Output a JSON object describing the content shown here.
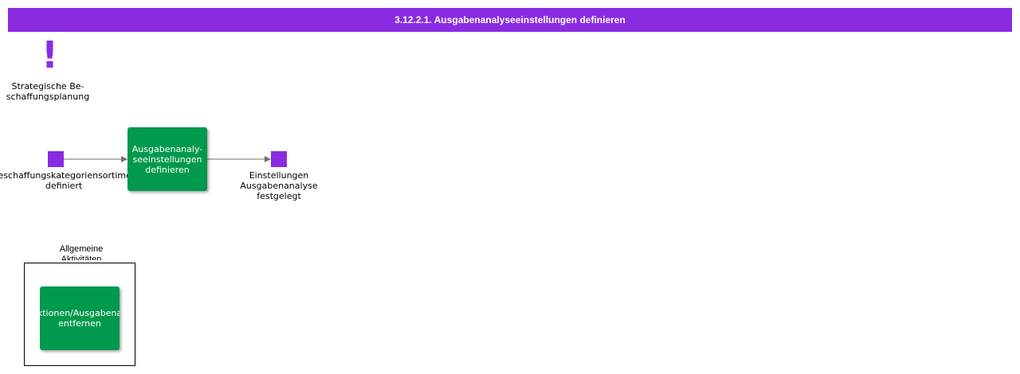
{
  "header": {
    "title": "3.12.2.1. Ausgabenanalyseeinstellungen definieren"
  },
  "colors": {
    "header": "#8a2be2",
    "event": "#8a2be2",
    "task": "#00994d",
    "connector": "#707070"
  },
  "trigger": {
    "icon": "exclamation-icon",
    "label": "Strategische Be-\nschaffungsplanung"
  },
  "start_event": {
    "label": "Beschaffungskategoriensortiment\ndefiniert"
  },
  "main_task": {
    "label": "Ausgabenanaly-\nseeinstellungen\ndefinieren"
  },
  "end_event": {
    "label": "Einstellungen\nAusgabenanalyse\nfestgelegt"
  },
  "group": {
    "title": "Allgemeine\nAktivitäten",
    "task_label": "Transaktionen/Ausgabenanalyse\nentfernen"
  }
}
